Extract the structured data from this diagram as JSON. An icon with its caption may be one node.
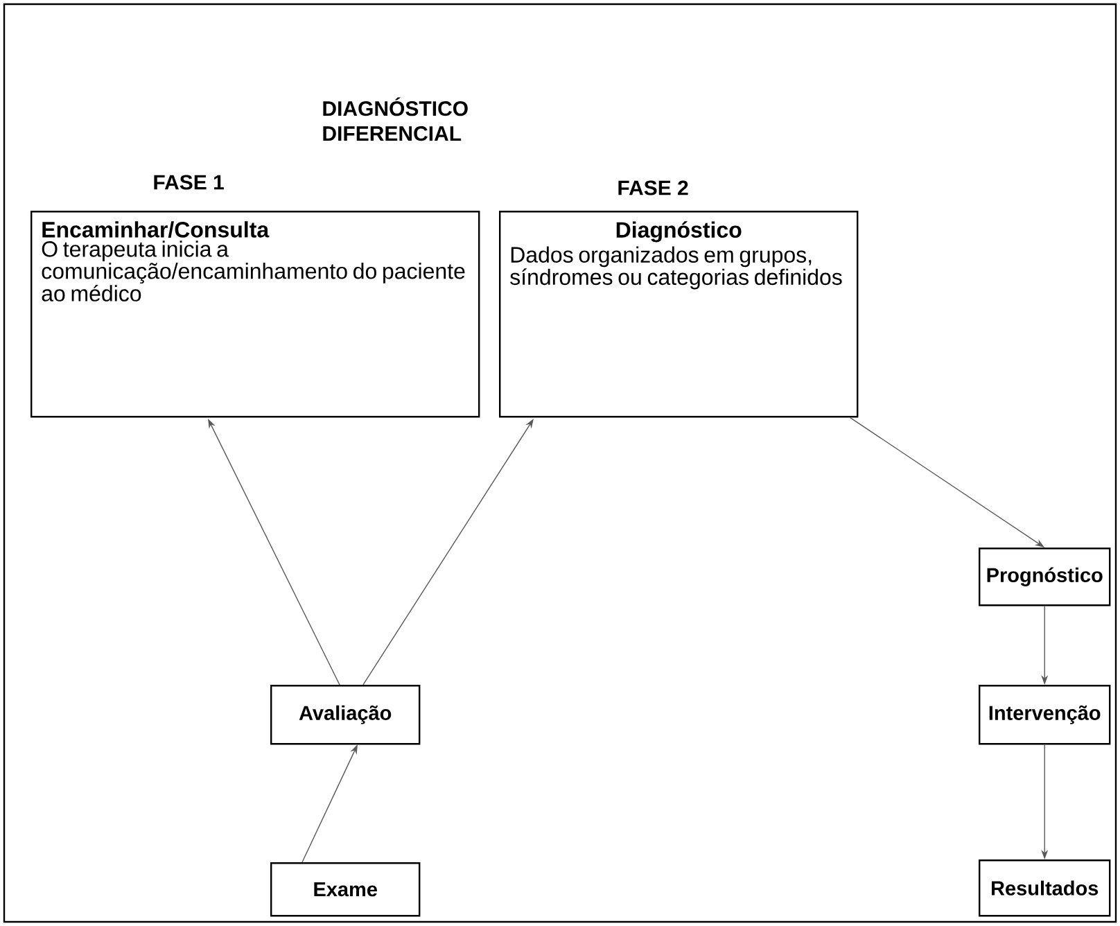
{
  "diagram": {
    "title": "DIAGNÓSTICO DIFERENCIAL",
    "nodes": [
      {
        "text": [
          "Encaminhar/Consulta",
          "O terapeuta inicia a comunicação/encaminhamento do paciente ao médico"
        ]
      },
      {
        "text": [
          "Diagnóstico",
          "Dados organizados em grupos, síndromes ou categorias definidos"
        ]
      },
      {
        "text": [
          "Prognóstico"
        ]
      },
      {
        "text": [
          "Avaliação"
        ]
      },
      {
        "text": [
          "Intervenção"
        ]
      },
      {
        "text": [
          "Exame"
        ]
      },
      {
        "text": [
          "Resultados"
        ]
      }
    ],
    "edges": [
      {
        "from": 3,
        "to": 0,
        "arrow": "to"
      },
      {
        "from": 3,
        "to": 1,
        "arrow": "to"
      },
      {
        "from": 5,
        "to": 3,
        "arrow": "to"
      },
      {
        "from": 1,
        "to": 2,
        "arrow": "to"
      },
      {
        "from": 2,
        "to": 4,
        "arrow": "to"
      },
      {
        "from": 4,
        "to": 6,
        "arrow": "to"
      }
    ],
    "labels": [
      "FASE 1",
      "FASE 2"
    ]
  }
}
